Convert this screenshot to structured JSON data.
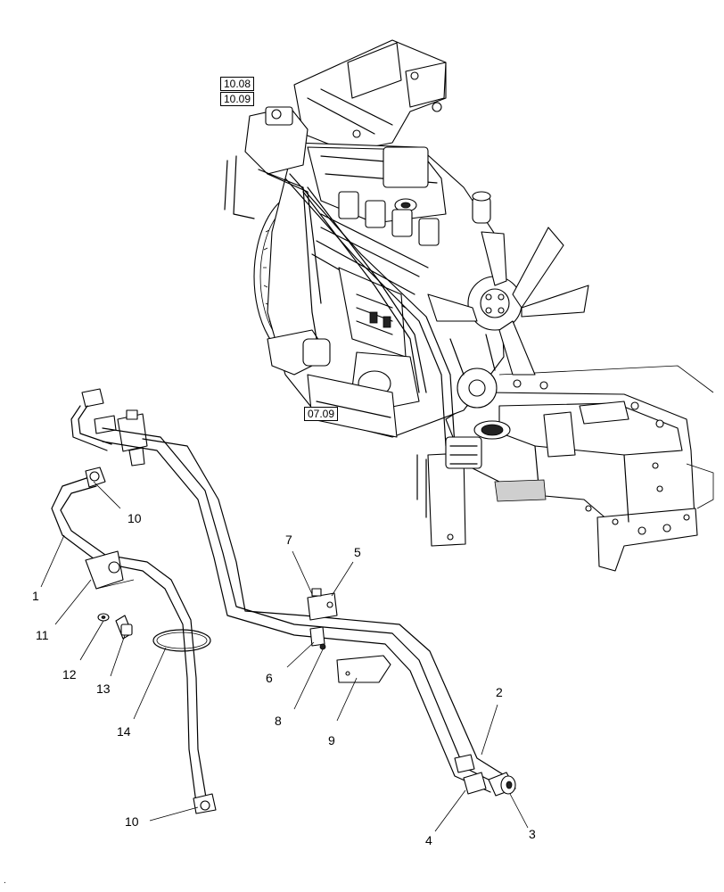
{
  "ref_boxes": {
    "upper_a": "10.08",
    "upper_b": "10.09",
    "lower": "07.09"
  },
  "callouts": {
    "c1": "1",
    "c2": "2",
    "c3": "3",
    "c4": "4",
    "c5": "5",
    "c6": "6",
    "c7": "7",
    "c8": "8",
    "c9": "9",
    "c10a": "10",
    "c10b": "10",
    "c11": "11",
    "c12": "12",
    "c13": "13",
    "c14": "14"
  },
  "corner_mark": "."
}
